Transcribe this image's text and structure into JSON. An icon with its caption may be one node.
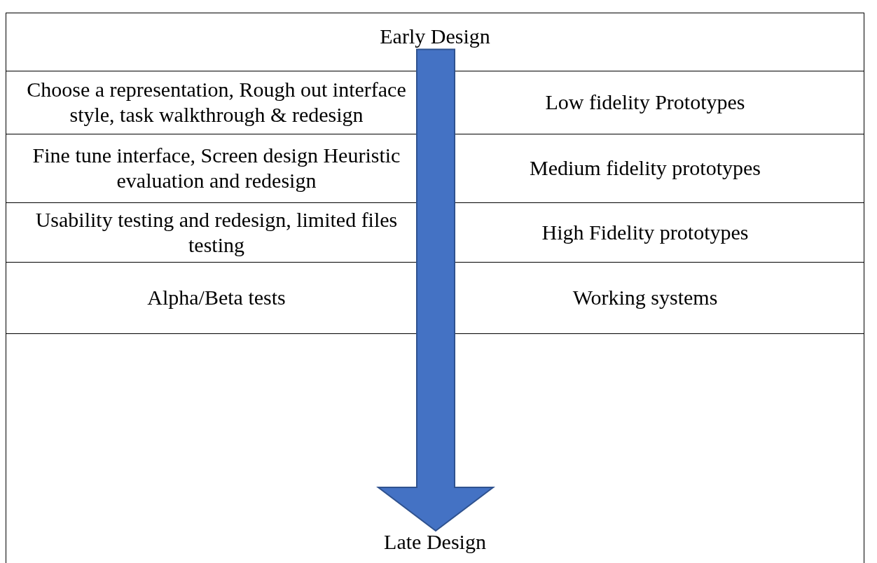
{
  "diagram": {
    "nodes": [
      {
        "text": [
          "Early Design"
        ]
      },
      {
        "text": [
          "Late Design"
        ]
      }
    ],
    "edges": [
      {
        "from": 0,
        "to": 1,
        "arrow": "to",
        "style": "thick",
        "color": "#4472c4"
      }
    ],
    "labels": [
      "Choose a representation, Rough out interface style, task walkthrough & redesign",
      "Low fidelity Prototypes",
      "Fine tune interface, Screen design Heuristic evaluation and redesign",
      "Medium fidelity prototypes",
      "Usability testing and redesign, limited files testing",
      "High Fidelity prototypes",
      "Alpha/Beta tests",
      "Working systems"
    ]
  }
}
